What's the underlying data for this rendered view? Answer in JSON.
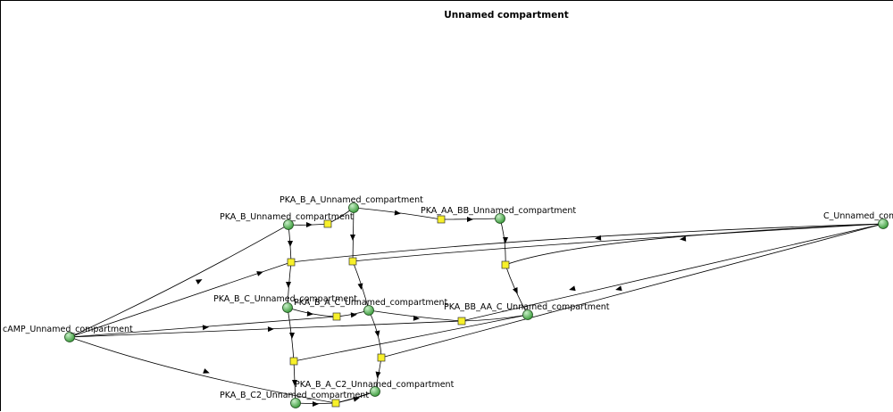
{
  "compartment": {
    "title": "Unnamed compartment"
  },
  "species": [
    {
      "id": "cAMP",
      "label": "cAMP_Unnamed_compartment"
    },
    {
      "id": "PKA_B",
      "label": "PKA_B_Unnamed_compartment"
    },
    {
      "id": "PKA_B_A",
      "label": "PKA_B_A_Unnamed_compartment"
    },
    {
      "id": "PKA_AA_BB",
      "label": "PKA_AA_BB_Unnamed_compartment"
    },
    {
      "id": "C",
      "label": "C_Unnamed_compartment"
    },
    {
      "id": "PKA_B_C",
      "label": "PKA_B_C_Unnamed_compartment"
    },
    {
      "id": "PKA_B_A_C",
      "label": "PKA_B_A_C_Unnamed_compartment"
    },
    {
      "id": "PKA_BB_AA_C",
      "label": "PKA_BB_AA_C_Unnamed_compartment"
    },
    {
      "id": "PKA_B_A_C2",
      "label": "PKA_B_A_C2_Unnamed_compartment"
    },
    {
      "id": "PKA_B_C2",
      "label": "PKA_B_C2_Unnamed_compartment"
    }
  ],
  "colors": {
    "node_fill": "#3e9e3e",
    "node_highlight": "#c8efc8",
    "process_fill": "#f7f02a",
    "edge": "#000000"
  }
}
